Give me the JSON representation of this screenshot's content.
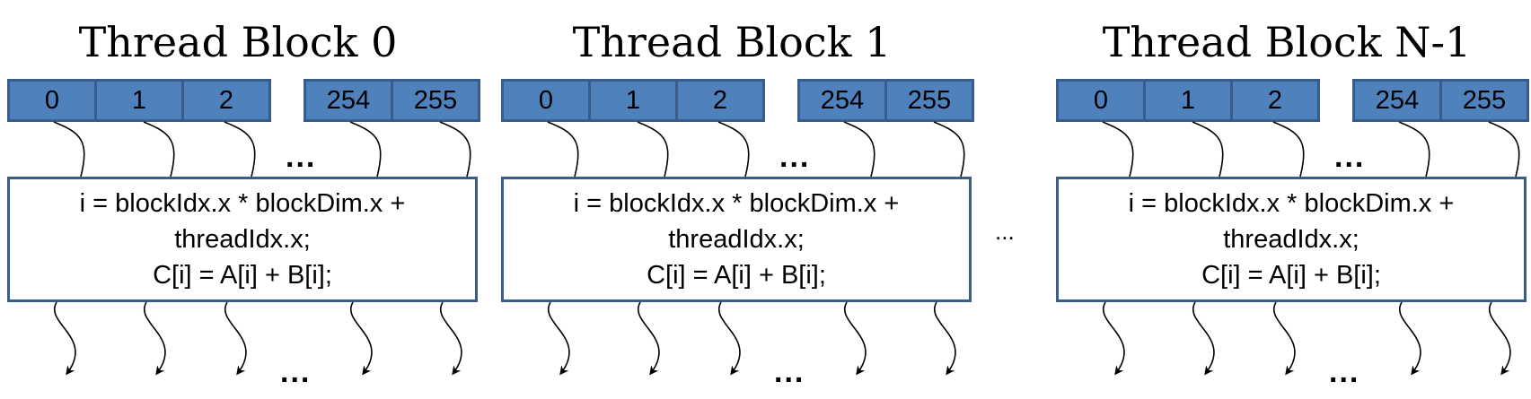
{
  "blocks": [
    {
      "title": "Thread Block 0",
      "threads_left": [
        "0",
        "1",
        "2"
      ],
      "threads_right": [
        "254",
        "255"
      ],
      "code": [
        "i = blockIdx.x * blockDim.x +",
        "threadIdx.x;",
        "C[i] = A[i] + B[i];"
      ],
      "ellipsis": "..."
    },
    {
      "title": "Thread Block 1",
      "threads_left": [
        "0",
        "1",
        "2"
      ],
      "threads_right": [
        "254",
        "255"
      ],
      "code": [
        "i = blockIdx.x * blockDim.x +",
        "threadIdx.x;",
        "C[i] = A[i] + B[i];"
      ],
      "ellipsis": "..."
    },
    {
      "title": "Thread Block N-1",
      "threads_left": [
        "0",
        "1",
        "2"
      ],
      "threads_right": [
        "254",
        "255"
      ],
      "code": [
        "i = blockIdx.x * blockDim.x +",
        "threadIdx.x;",
        "C[i] = A[i] + B[i];"
      ],
      "ellipsis": "..."
    }
  ],
  "between_blocks_ellipsis": "...",
  "colors": {
    "cell_fill": "#4f81bd",
    "cell_border": "#385d8a",
    "box_border": "#385d8a"
  }
}
